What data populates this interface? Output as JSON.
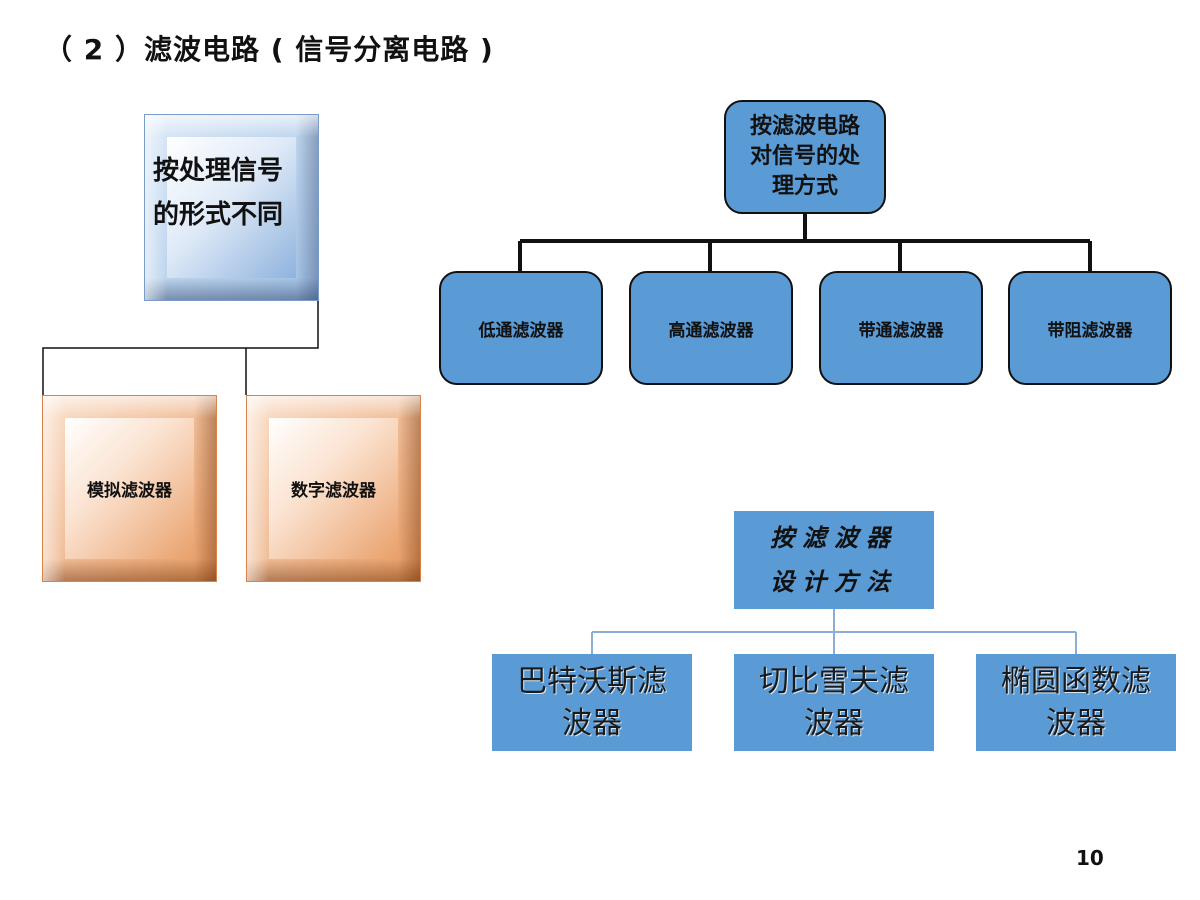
{
  "title": "（ 2 ）滤波电路 ( 信号分离电路 )",
  "page_number": "10",
  "left_tree": {
    "root": "按处理信号的形式不同",
    "children": [
      "模拟滤波器",
      "数字滤波器"
    ]
  },
  "top_right_tree": {
    "root": "按滤波电路对信号的处理方式",
    "children": [
      "低通滤波器",
      "高通滤波器",
      "带通滤波器",
      "带阻滤波器"
    ]
  },
  "bottom_tree": {
    "root": "按滤波器设计方法",
    "children": [
      "巴特沃斯滤波器",
      "切比雪夫滤波器",
      "椭圆函数滤波器"
    ]
  },
  "colors": {
    "box_blue": "#5b9bd5",
    "bevel_blue": "#9fbfe2",
    "bevel_orange": "#e59a62",
    "connector_black": "#111111",
    "connector_light": "#8aaed6"
  }
}
